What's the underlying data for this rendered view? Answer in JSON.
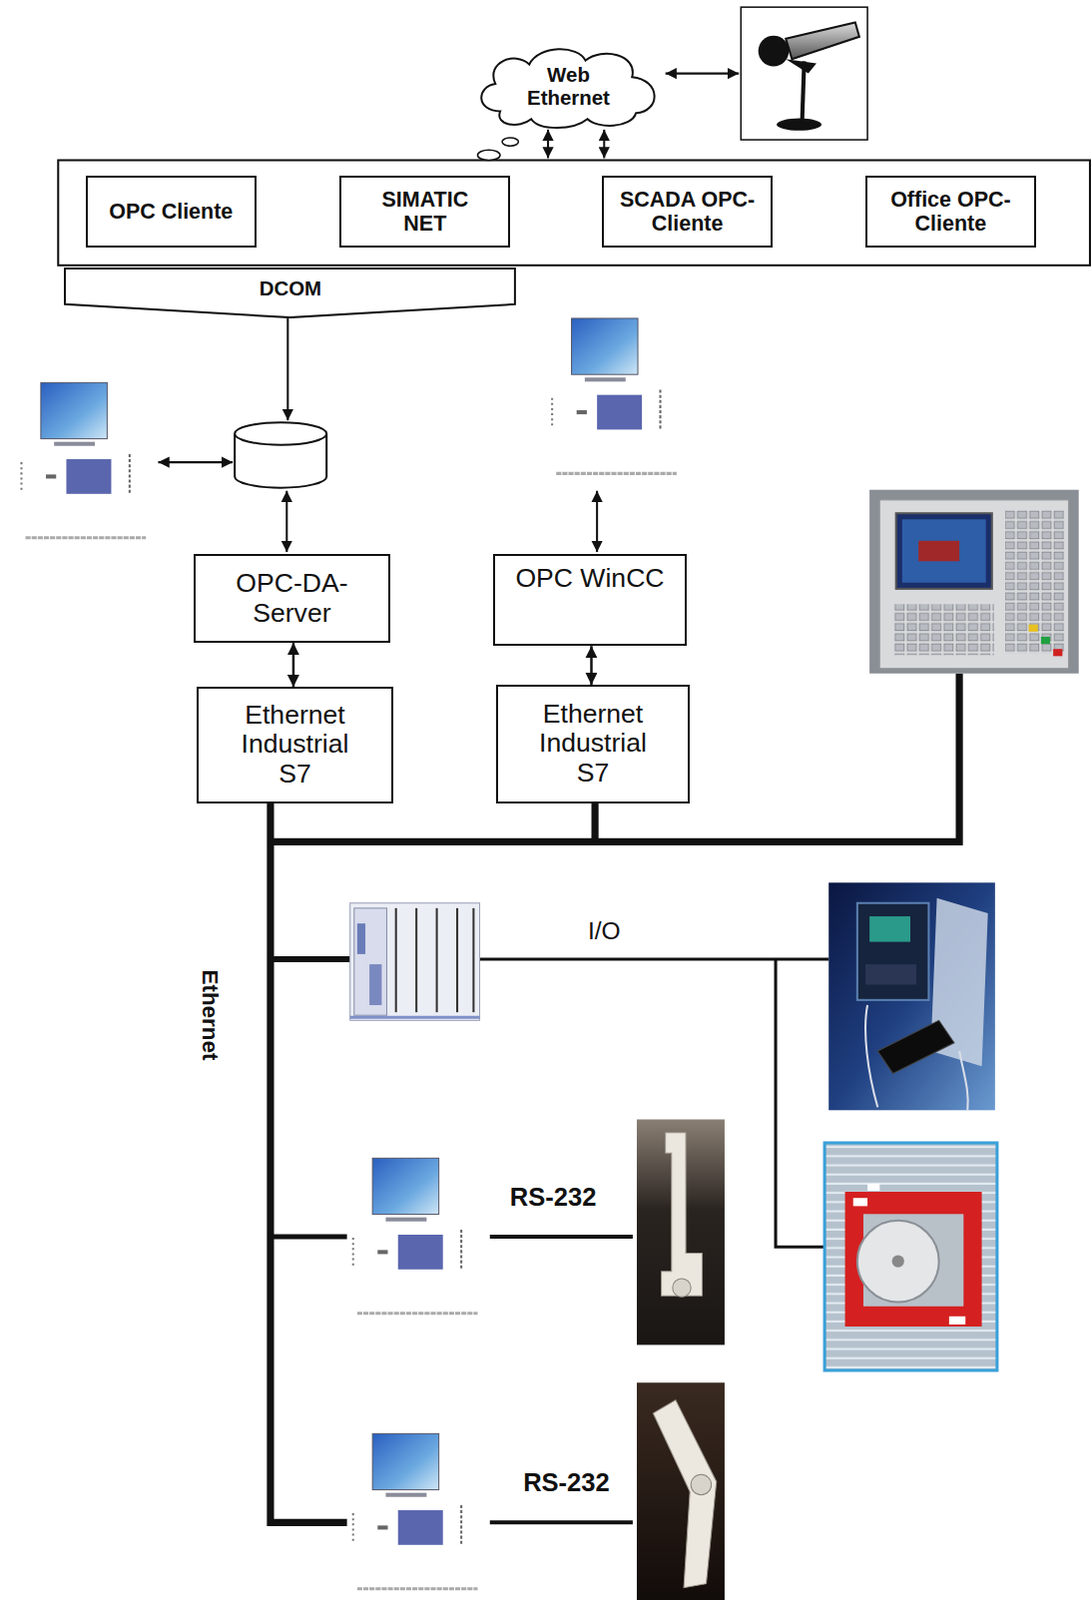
{
  "diagram": {
    "nodes": [
      {
        "text": [
          "Web Ethernet"
        ]
      },
      {
        "text": [
          "OPC Cliente"
        ]
      },
      {
        "text": [
          "SIMATIC NET"
        ]
      },
      {
        "text": [
          "SCADA OPC-Cliente"
        ]
      },
      {
        "text": [
          "Office OPC-Cliente"
        ]
      },
      {
        "text": [
          "DCOM"
        ]
      },
      {
        "text": [
          "OPC-DA-Server"
        ]
      },
      {
        "text": [
          "OPC WinCC"
        ]
      },
      {
        "text": [
          "Ethernet Industrial S7"
        ]
      },
      {
        "text": [
          "Ethernet Industrial S7"
        ]
      }
    ],
    "edges": [
      {
        "from": 6,
        "to": 8,
        "arrow": "both"
      },
      {
        "from": 7,
        "to": 9,
        "arrow": "both"
      }
    ],
    "labels": [
      "I/O",
      "RS-232",
      "RS-232",
      "Ethernet"
    ]
  }
}
